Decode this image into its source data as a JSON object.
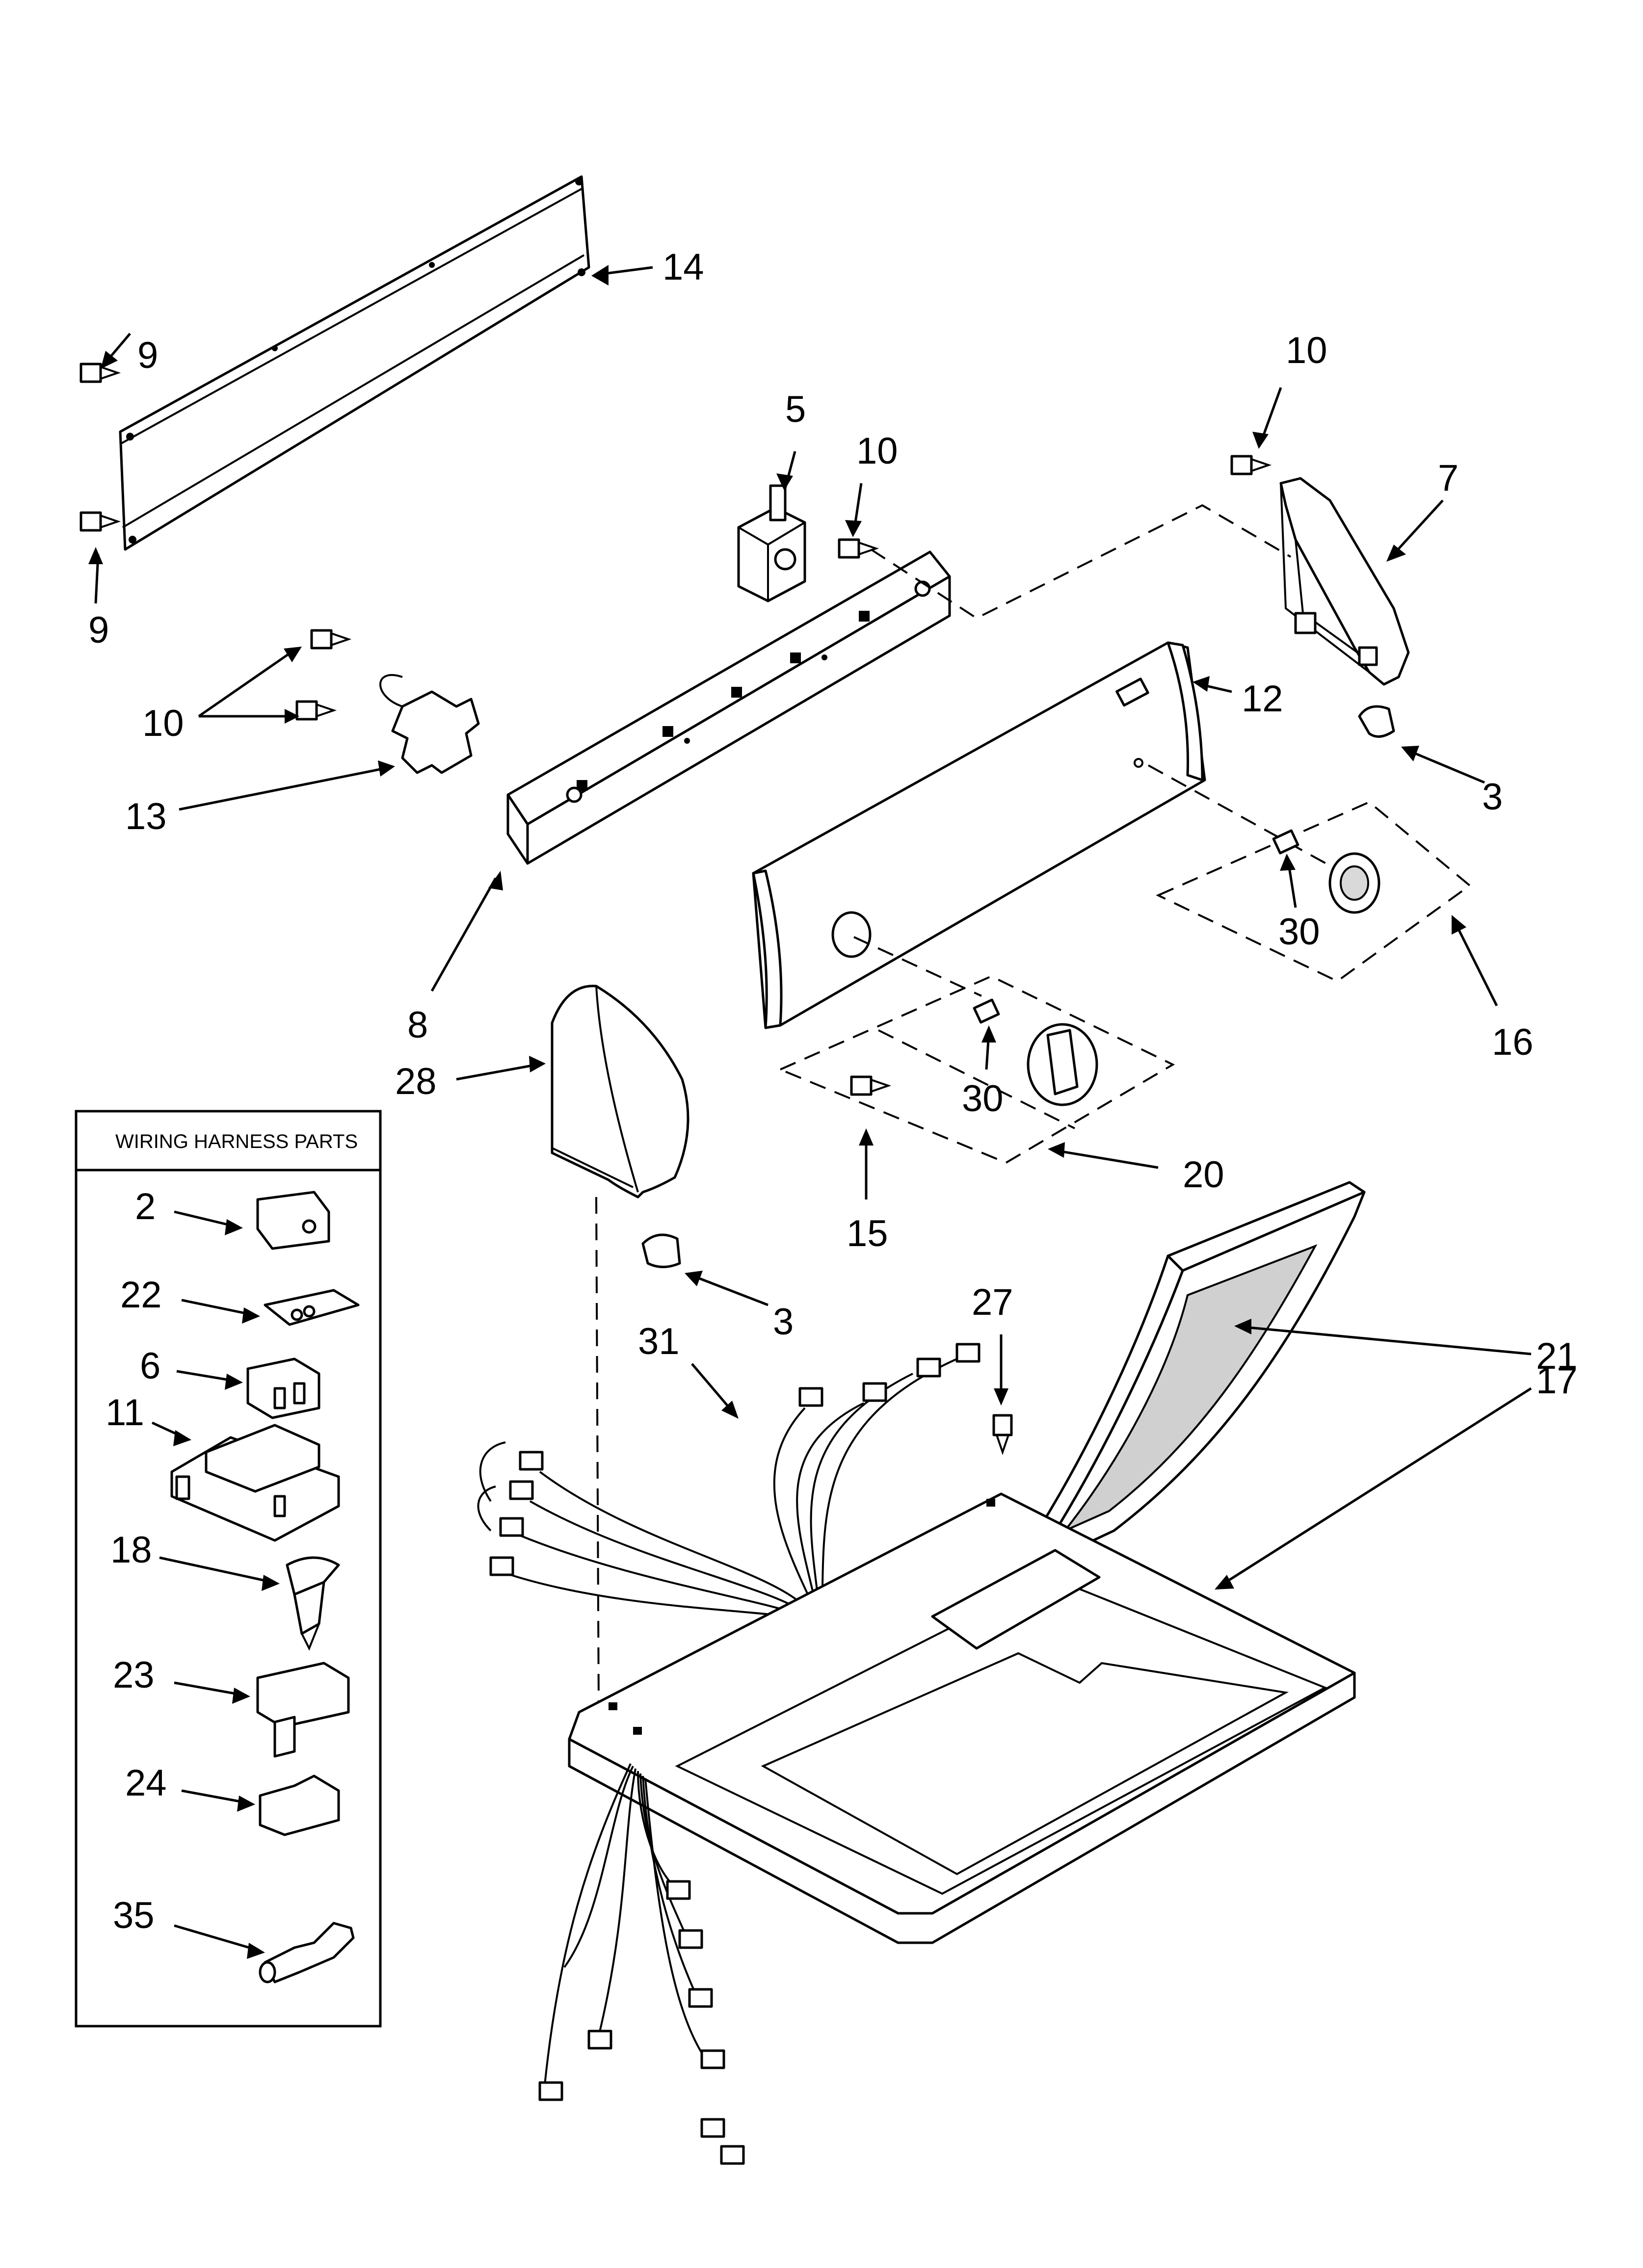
{
  "callouts": {
    "c14": "14",
    "c9a": "9",
    "c9b": "9",
    "c5": "5",
    "c10a": "10",
    "c10b": "10",
    "c10c": "10",
    "c7": "7",
    "c12": "12",
    "c13": "13",
    "c3a": "3",
    "c30a": "30",
    "c16": "16",
    "c8": "8",
    "c28": "28",
    "c30b": "30",
    "c20": "20",
    "c15": "15",
    "c3b": "3",
    "c27": "27",
    "c21": "21",
    "c17": "17",
    "c31": "31"
  },
  "harness_box": {
    "title": "WIRING HARNESS PARTS",
    "items": [
      "2",
      "22",
      "6",
      "11",
      "18",
      "23",
      "24",
      "35"
    ]
  }
}
